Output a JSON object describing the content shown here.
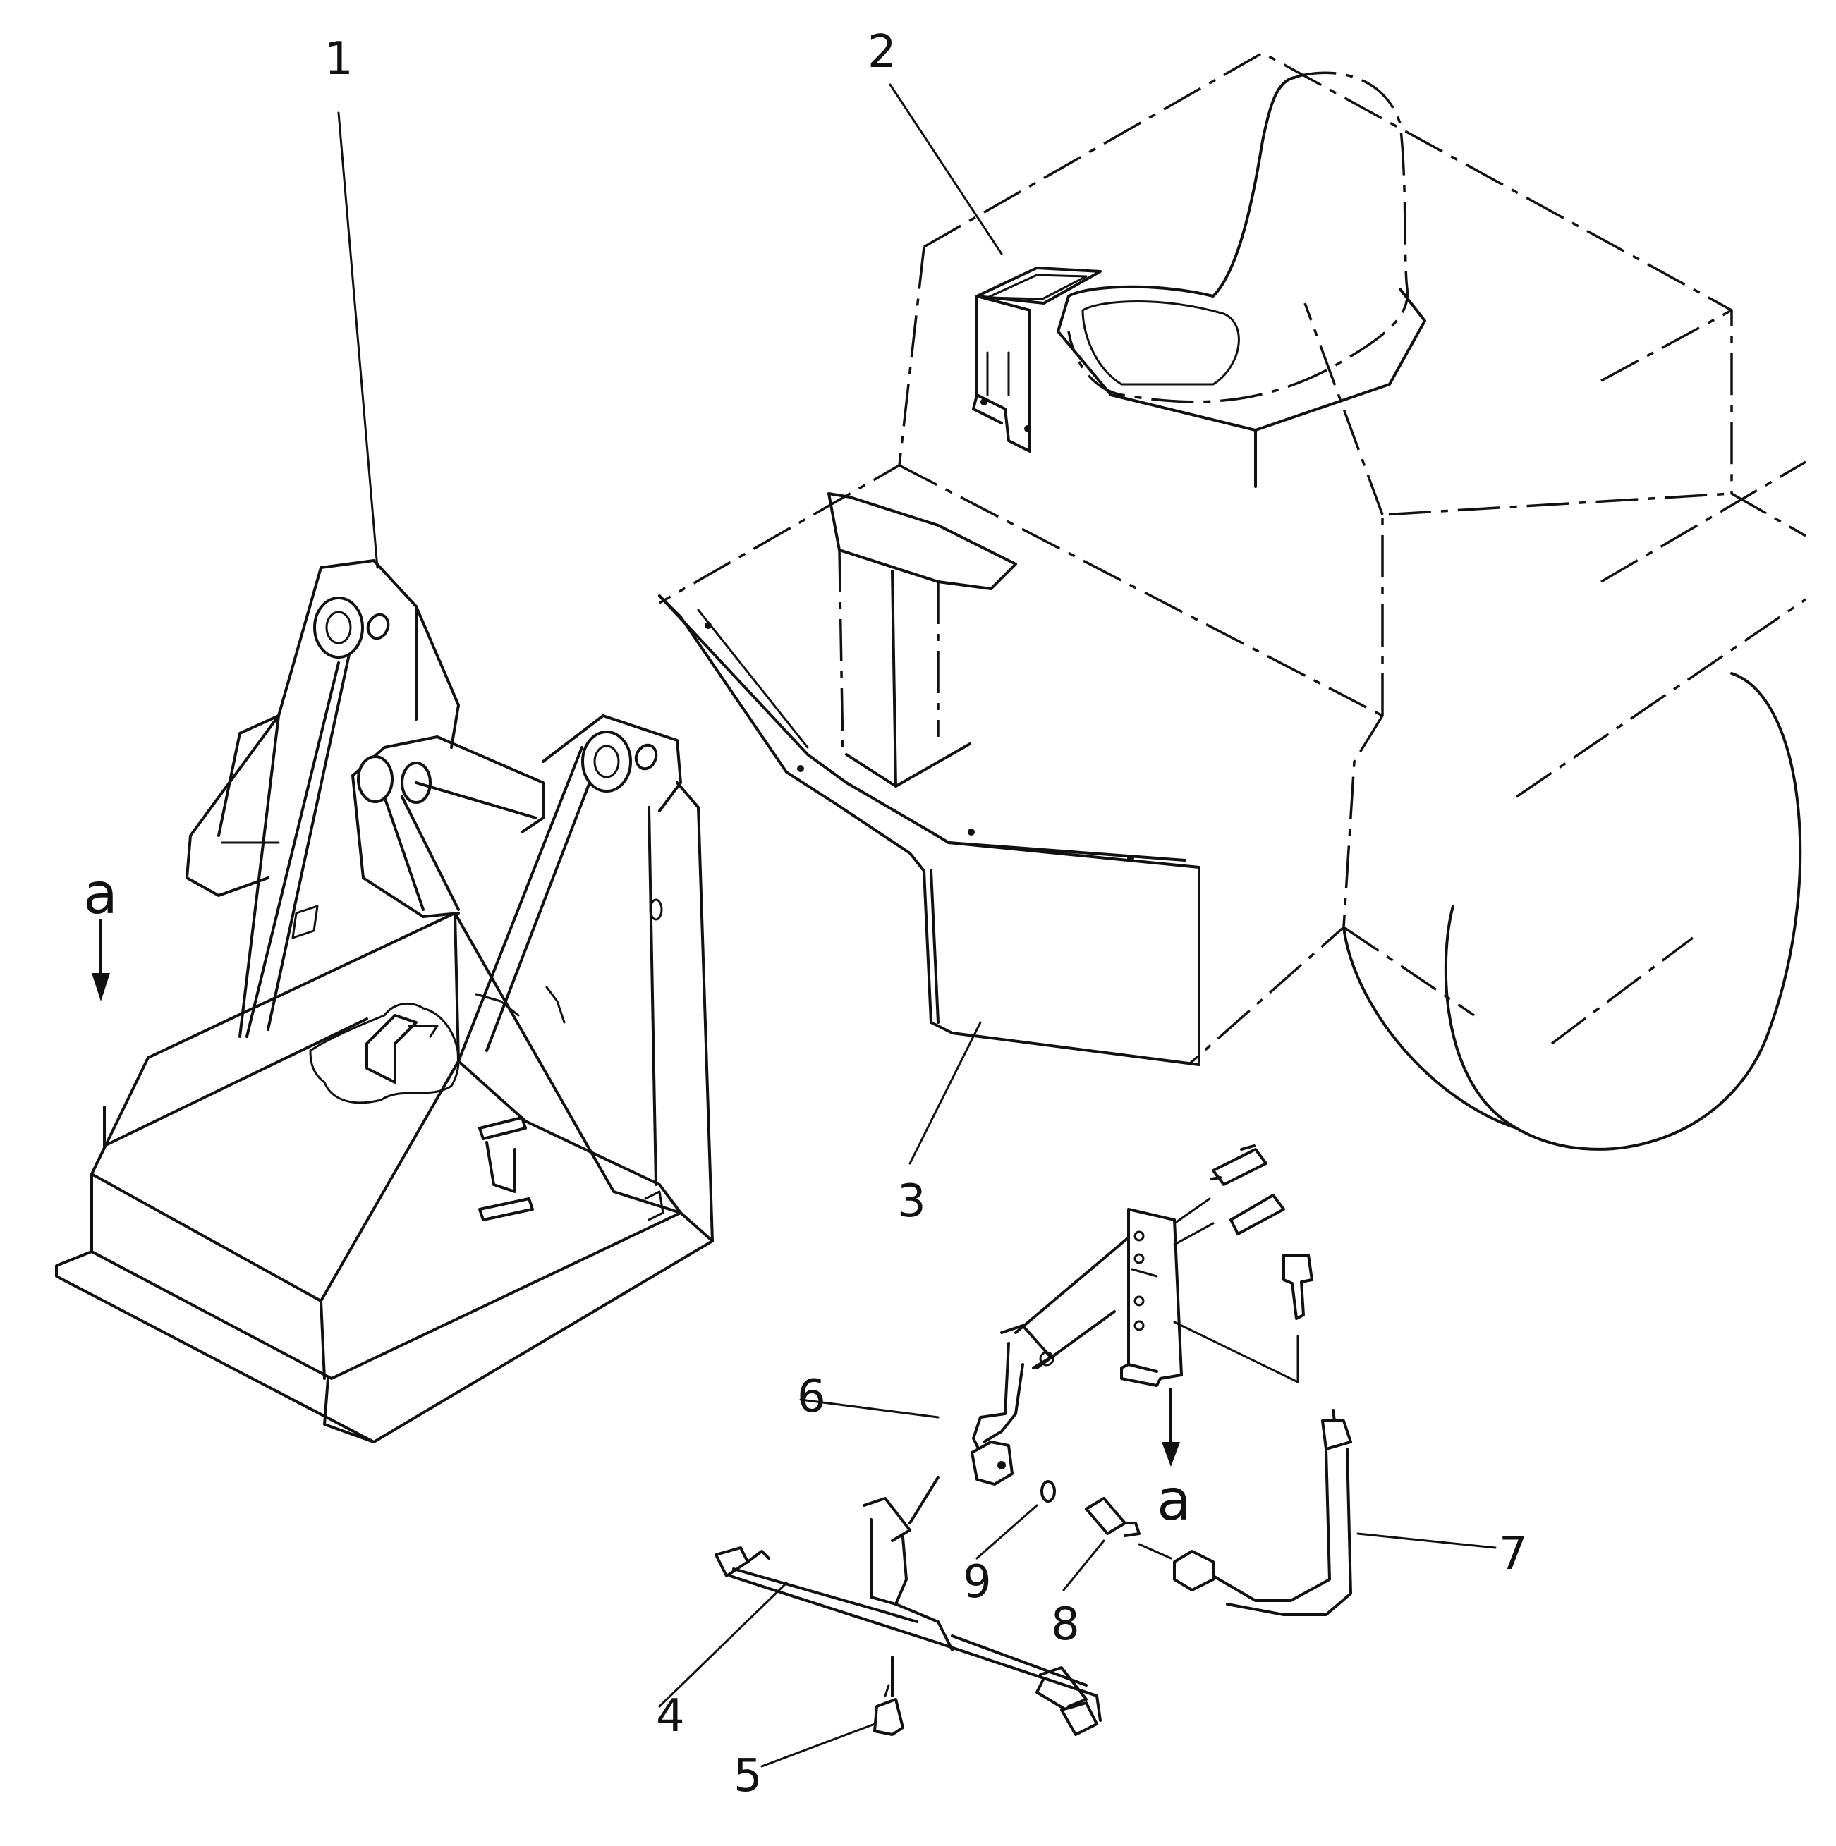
{
  "callouts": [
    {
      "label": "1"
    },
    {
      "label": "2"
    },
    {
      "label": "3"
    },
    {
      "label": "4"
    },
    {
      "label": "5"
    },
    {
      "label": "6"
    },
    {
      "label": "7"
    },
    {
      "label": "8"
    },
    {
      "label": "9"
    }
  ],
  "view_markers": [
    {
      "label": "a"
    },
    {
      "label": "a"
    }
  ]
}
